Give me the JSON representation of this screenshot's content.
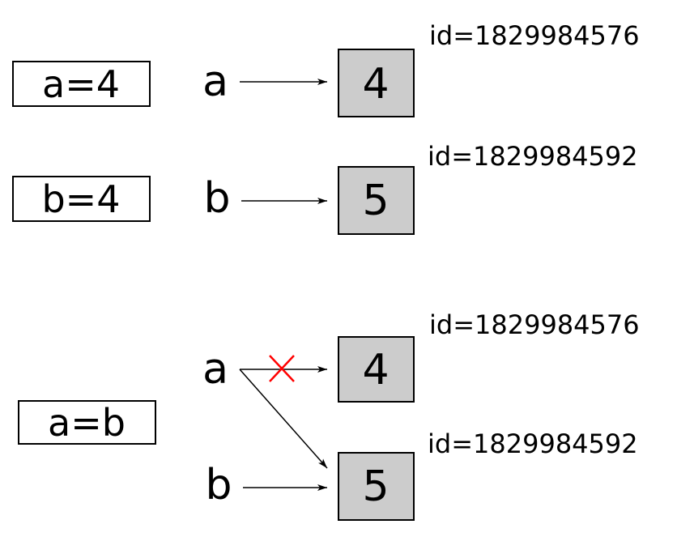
{
  "panels": [
    {
      "statement": "a=4",
      "variables": [
        {
          "name": "a",
          "target": 0
        }
      ],
      "objects": [
        {
          "value": "4",
          "id_label": "id=1829984576"
        }
      ]
    },
    {
      "statement": "b=4",
      "variables": [
        {
          "name": "b",
          "target": 0
        }
      ],
      "objects": [
        {
          "value": "5",
          "id_label": "id=1829984592"
        }
      ]
    },
    {
      "statement": "a=b",
      "variables": [
        {
          "name": "a",
          "target": 1,
          "broken_target": 0
        },
        {
          "name": "b",
          "target": 1
        }
      ],
      "objects": [
        {
          "value": "4",
          "id_label": "id=1829984576"
        },
        {
          "value": "5",
          "id_label": "id=1829984592"
        }
      ]
    }
  ],
  "colors": {
    "object_fill": "#cccccc",
    "stroke": "#000000",
    "cross": "#ff0000"
  }
}
